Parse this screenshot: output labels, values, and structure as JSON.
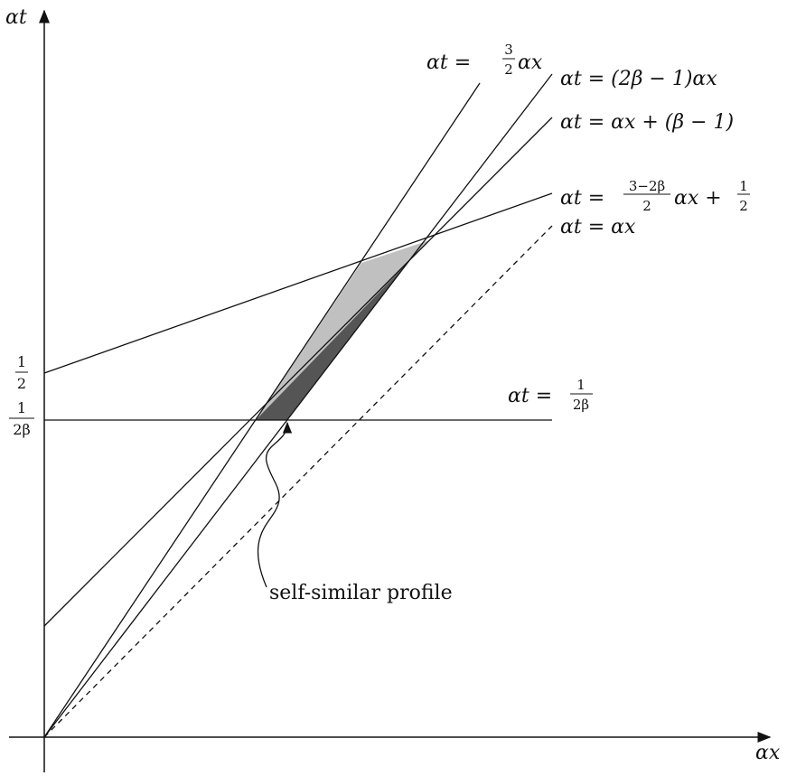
{
  "axes": {
    "x_label": "αx",
    "y_label": "αt"
  },
  "ticks": {
    "half_num": "1",
    "half_den": "2",
    "inv2b_num": "1",
    "inv2b_den": "2β"
  },
  "lines": {
    "three_halves": {
      "lhs": "αt =",
      "num": "3",
      "den": "2",
      "rhs": "αx"
    },
    "two_beta_minus_one": {
      "text": "αt = (2β − 1)αx"
    },
    "x_plus_beta_minus_one": {
      "text": "αt = αx + (β − 1)"
    },
    "slope_three_minus_two_beta": {
      "lhs": "αt =",
      "num": "3−2β",
      "den": "2",
      "mid": "αx +",
      "num2": "1",
      "den2": "2"
    },
    "identity": {
      "text": "αt = αx"
    },
    "horizontal": {
      "lhs": "αt =",
      "num": "1",
      "den": "2β"
    }
  },
  "annotation": {
    "text": "self-similar profile"
  },
  "colors": {
    "light_region": "#c0c0c0",
    "dark_region": "#555555",
    "stroke": "#111111"
  }
}
